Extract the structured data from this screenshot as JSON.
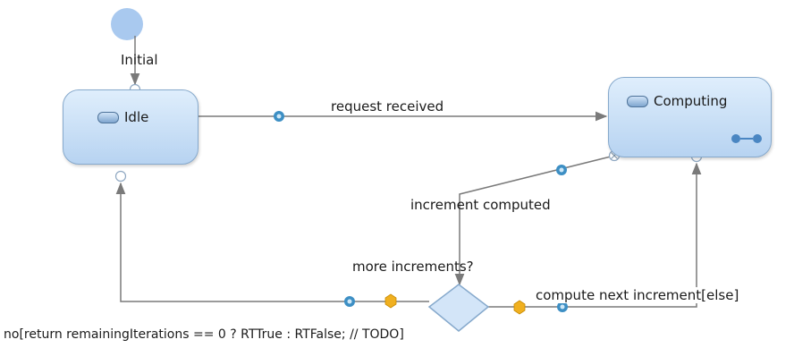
{
  "diagram": {
    "states": {
      "idle": "Idle",
      "computing": "Computing"
    },
    "initial_label": "Initial",
    "choice_label": "more increments?",
    "transitions": {
      "request_received": "request received",
      "increment_computed": "increment computed",
      "compute_next": "compute next increment[else]",
      "no_guard": "no[return remainingIterations == 0 ? RTTrue : RTFalse; // TODO]"
    }
  },
  "colors": {
    "state_border": "#86a9cc",
    "state_fill": "#c9dff5",
    "initial_node": "#a9c9ef",
    "edge": "#7f7f7f",
    "trigger_marker": "#3d8fc4",
    "effect_marker": "#f0b020"
  }
}
